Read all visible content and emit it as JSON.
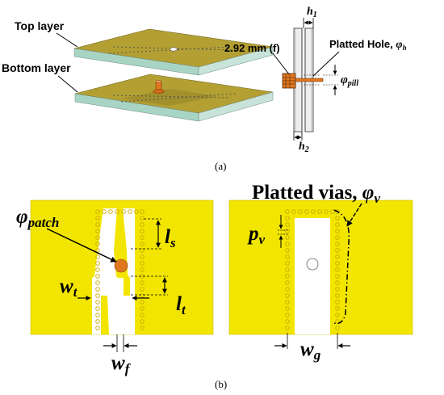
{
  "panel_a": {
    "top_layer_label": "Top layer",
    "bottom_layer_label": "Bottom layer",
    "connector_label": "2.92 mm (f)",
    "plated_hole_label": "Platted Hole, ",
    "plated_hole_symbol": "φ",
    "plated_hole_sub": "h",
    "pill_symbol": "φ",
    "pill_sub": "pill",
    "h1_symbol": "h",
    "h1_sub": "1",
    "h2_symbol": "h",
    "h2_sub": "2",
    "caption": "(a)"
  },
  "panel_b": {
    "patch_symbol": "φ",
    "patch_sub": "patch",
    "ls_symbol": "l",
    "ls_sub": "s",
    "lt_symbol": "l",
    "lt_sub": "t",
    "wt_symbol": "w",
    "wt_sub": "t",
    "wf_symbol": "w",
    "wf_sub": "f",
    "vias_label": "Platted vias, ",
    "vias_symbol": "φ",
    "vias_sub": "v",
    "pv_symbol": "p",
    "pv_sub": "v",
    "wg_symbol": "w",
    "wg_sub": "g",
    "caption": "(b)"
  },
  "colors": {
    "substrate_yellow": "#f2e600",
    "pcb_olive": "#b4a032",
    "pcb_edge": "#a8d4c4",
    "copper": "#e07820"
  }
}
